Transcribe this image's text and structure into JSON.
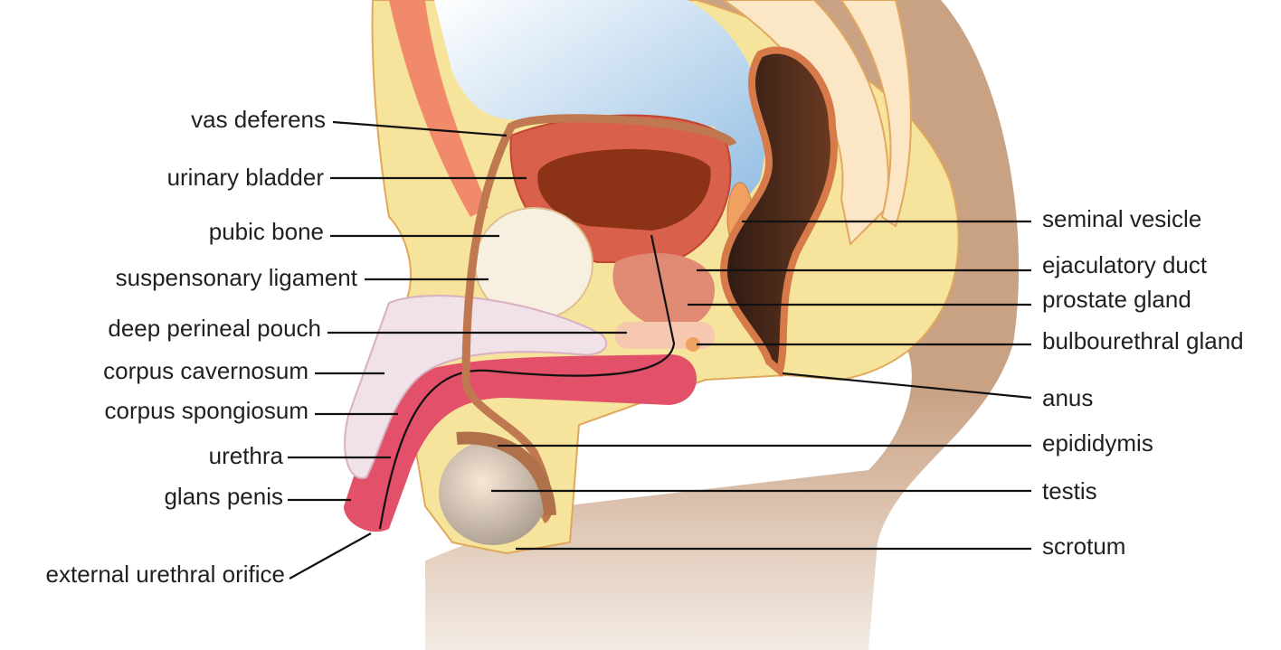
{
  "diagram": {
    "left_labels": {
      "vas_deferens": "vas deferens",
      "urinary_bladder": "urinary bladder",
      "pubic_bone": "pubic bone",
      "suspensory_ligament": "suspensonary ligament",
      "deep_perineal_pouch": "deep perineal pouch",
      "corpus_cavernosum": "corpus cavernosum",
      "corpus_spongiosum": "corpus spongiosum",
      "urethra": "urethra",
      "glans_penis": "glans penis",
      "external_urethral_orifice": "external urethral orifice"
    },
    "right_labels": {
      "seminal_vesicle": "seminal vesicle",
      "ejaculatory_duct": "ejaculatory duct",
      "prostate_gland": "prostate gland",
      "bulbourethral_gland": "bulbourethral gland",
      "anus": "anus",
      "epididymis": "epididymis",
      "testis": "testis",
      "scrotum": "scrotum"
    },
    "colors": {
      "skin": "#c9a183",
      "fat": "#f6e49c",
      "bladder": "#d9604a",
      "rectum": "#3b2218",
      "corpus": "#e2506a",
      "urethra": "#7a4a1c"
    }
  }
}
